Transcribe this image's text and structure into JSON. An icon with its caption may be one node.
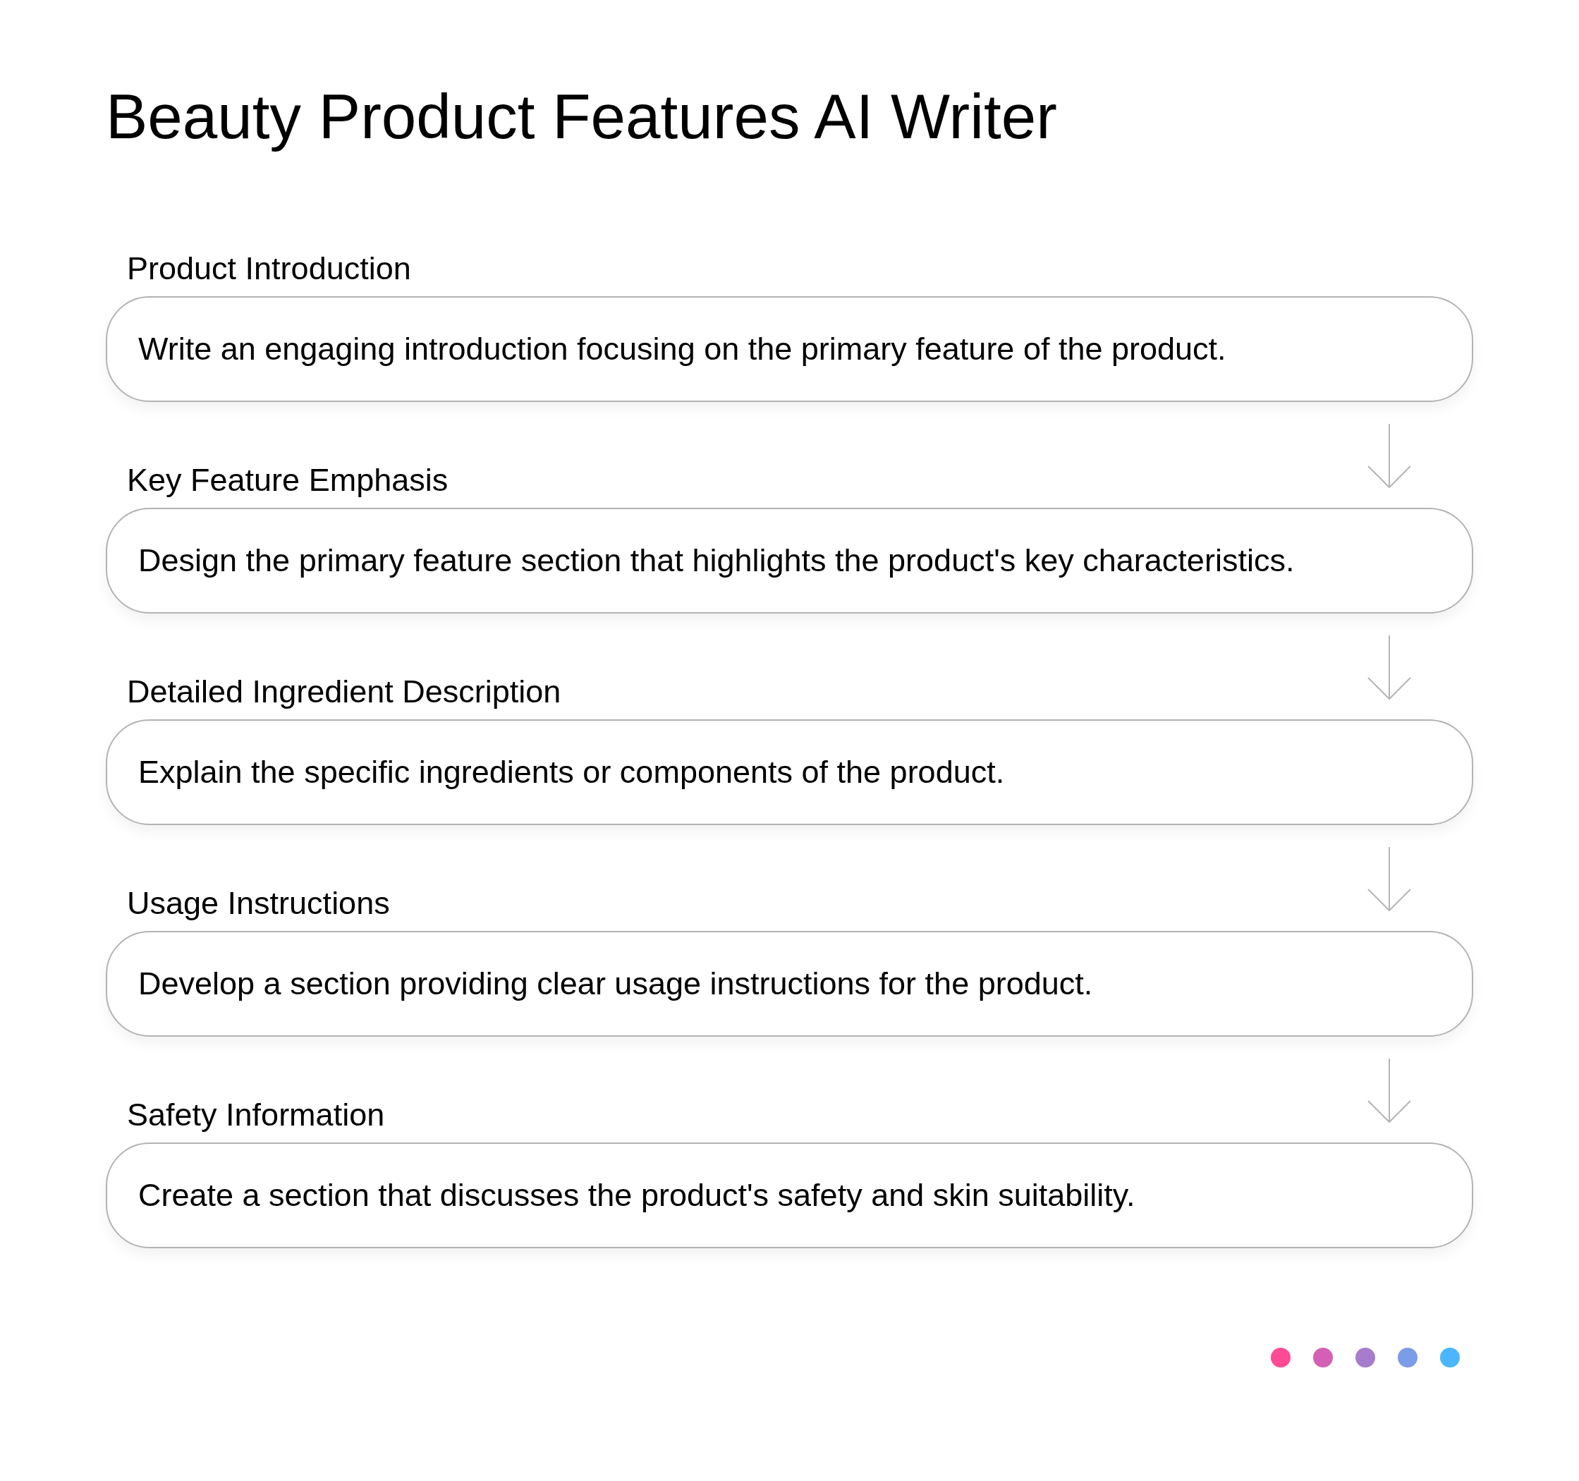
{
  "diagram": {
    "title": "Beauty Product Features AI Writer",
    "nodes": [
      {
        "text": [
          "Product Introduction",
          "Write an engaging introduction focusing on the primary feature of the product."
        ]
      },
      {
        "text": [
          "Key Feature Emphasis",
          "Design the primary feature section that highlights the product's key characteristics."
        ]
      },
      {
        "text": [
          "Detailed Ingredient Description",
          "Explain the specific ingredients or components of the product."
        ]
      },
      {
        "text": [
          "Usage Instructions",
          "Develop a section providing clear usage instructions for the product."
        ]
      },
      {
        "text": [
          "Safety Information",
          "Create a section that discusses the product's safety and skin suitability."
        ]
      }
    ],
    "edges": [
      {
        "from": 0,
        "to": 1,
        "arrow": "to"
      },
      {
        "from": 1,
        "to": 2,
        "arrow": "to"
      },
      {
        "from": 2,
        "to": 3,
        "arrow": "to"
      },
      {
        "from": 3,
        "to": 4,
        "arrow": "to"
      }
    ]
  }
}
